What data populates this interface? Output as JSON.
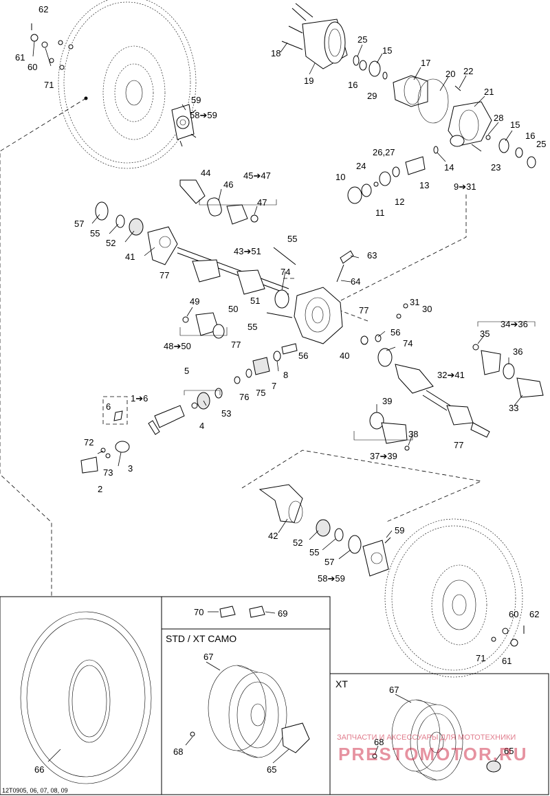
{
  "callouts": [
    {
      "id": "c62a",
      "text": "62"
    },
    {
      "id": "c61a",
      "text": "61"
    },
    {
      "id": "c60a",
      "text": "60"
    },
    {
      "id": "c71a",
      "text": "71"
    },
    {
      "id": "c59a",
      "text": "59"
    },
    {
      "id": "c58a",
      "text": "58➔59"
    },
    {
      "id": "c18",
      "text": "18"
    },
    {
      "id": "c19",
      "text": "19"
    },
    {
      "id": "c25a",
      "text": "25"
    },
    {
      "id": "c15a",
      "text": "15"
    },
    {
      "id": "c17",
      "text": "17"
    },
    {
      "id": "c20",
      "text": "20"
    },
    {
      "id": "c22",
      "text": "22"
    },
    {
      "id": "c16a",
      "text": "16"
    },
    {
      "id": "c29",
      "text": "29"
    },
    {
      "id": "c21",
      "text": "21"
    },
    {
      "id": "c28",
      "text": "28"
    },
    {
      "id": "c15b",
      "text": "15"
    },
    {
      "id": "c16b",
      "text": "16"
    },
    {
      "id": "c25b",
      "text": "25"
    },
    {
      "id": "c23",
      "text": "23"
    },
    {
      "id": "c14",
      "text": "14"
    },
    {
      "id": "c2627",
      "text": "26,27"
    },
    {
      "id": "c24",
      "text": "24"
    },
    {
      "id": "c10",
      "text": "10"
    },
    {
      "id": "c13",
      "text": "13"
    },
    {
      "id": "c12",
      "text": "12"
    },
    {
      "id": "c11",
      "text": "11"
    },
    {
      "id": "c931",
      "text": "9➔31"
    },
    {
      "id": "c44",
      "text": "44"
    },
    {
      "id": "c4547",
      "text": "45➔47"
    },
    {
      "id": "c46",
      "text": "46"
    },
    {
      "id": "c47",
      "text": "47"
    },
    {
      "id": "c57a",
      "text": "57"
    },
    {
      "id": "c55a",
      "text": "55"
    },
    {
      "id": "c52a",
      "text": "52"
    },
    {
      "id": "c41",
      "text": "41"
    },
    {
      "id": "c77a",
      "text": "77"
    },
    {
      "id": "c4351",
      "text": "43➔51"
    },
    {
      "id": "c55b",
      "text": "55"
    },
    {
      "id": "c63",
      "text": "63"
    },
    {
      "id": "c64",
      "text": "64"
    },
    {
      "id": "c74a",
      "text": "74"
    },
    {
      "id": "c51",
      "text": "51"
    },
    {
      "id": "c77b",
      "text": "77"
    },
    {
      "id": "c49",
      "text": "49"
    },
    {
      "id": "c50",
      "text": "50"
    },
    {
      "id": "c55c",
      "text": "55"
    },
    {
      "id": "c31",
      "text": "31"
    },
    {
      "id": "c30",
      "text": "30"
    },
    {
      "id": "c4850",
      "text": "48➔50"
    },
    {
      "id": "c56a",
      "text": "56"
    },
    {
      "id": "c74b",
      "text": "74"
    },
    {
      "id": "c56b",
      "text": "56"
    },
    {
      "id": "c40",
      "text": "40"
    },
    {
      "id": "c77c",
      "text": "77"
    },
    {
      "id": "c8",
      "text": "8"
    },
    {
      "id": "c3436",
      "text": "34➔36"
    },
    {
      "id": "c35",
      "text": "35"
    },
    {
      "id": "c36",
      "text": "36"
    },
    {
      "id": "c3241",
      "text": "32➔41"
    },
    {
      "id": "c5",
      "text": "5"
    },
    {
      "id": "c7",
      "text": "7"
    },
    {
      "id": "c75",
      "text": "75"
    },
    {
      "id": "c76",
      "text": "76"
    },
    {
      "id": "c33",
      "text": "33"
    },
    {
      "id": "c16",
      "text": "1➔6"
    },
    {
      "id": "c53",
      "text": "53"
    },
    {
      "id": "c4",
      "text": "4"
    },
    {
      "id": "c6",
      "text": "6"
    },
    {
      "id": "c39",
      "text": "39"
    },
    {
      "id": "c38",
      "text": "38"
    },
    {
      "id": "c3739",
      "text": "37➔39"
    },
    {
      "id": "c77d",
      "text": "77"
    },
    {
      "id": "c72",
      "text": "72"
    },
    {
      "id": "c73",
      "text": "73"
    },
    {
      "id": "c3",
      "text": "3"
    },
    {
      "id": "c2",
      "text": "2"
    },
    {
      "id": "c59b",
      "text": "59"
    },
    {
      "id": "c42",
      "text": "42"
    },
    {
      "id": "c52b",
      "text": "52"
    },
    {
      "id": "c55d",
      "text": "55"
    },
    {
      "id": "c57b",
      "text": "57"
    },
    {
      "id": "c58b",
      "text": "58➔59"
    },
    {
      "id": "c60b",
      "text": "60"
    },
    {
      "id": "c62b",
      "text": "62"
    },
    {
      "id": "c71b",
      "text": "71"
    },
    {
      "id": "c61b",
      "text": "61"
    },
    {
      "id": "c70",
      "text": "70"
    },
    {
      "id": "c69",
      "text": "69"
    },
    {
      "id": "c66",
      "text": "66"
    },
    {
      "id": "c67a",
      "text": "67"
    },
    {
      "id": "c68a",
      "text": "68"
    },
    {
      "id": "c65a",
      "text": "65"
    },
    {
      "id": "c67b",
      "text": "67"
    },
    {
      "id": "c68b",
      "text": "68"
    },
    {
      "id": "c65b",
      "text": "65"
    }
  ],
  "sections": {
    "std": "STD / XT CAMO",
    "xt": "XT"
  },
  "footer": "12T0905, 06, 07, 08, 09",
  "watermark": {
    "line1": "ЗАПЧАСТИ И АКСЕССУАРЫ ДЛЯ МОТОТЕХНИКИ",
    "line2": "PRESTOMOTOR.RU"
  },
  "colors": {
    "ink": "#000000",
    "background": "#ffffff",
    "watermark": "#c8102e"
  }
}
